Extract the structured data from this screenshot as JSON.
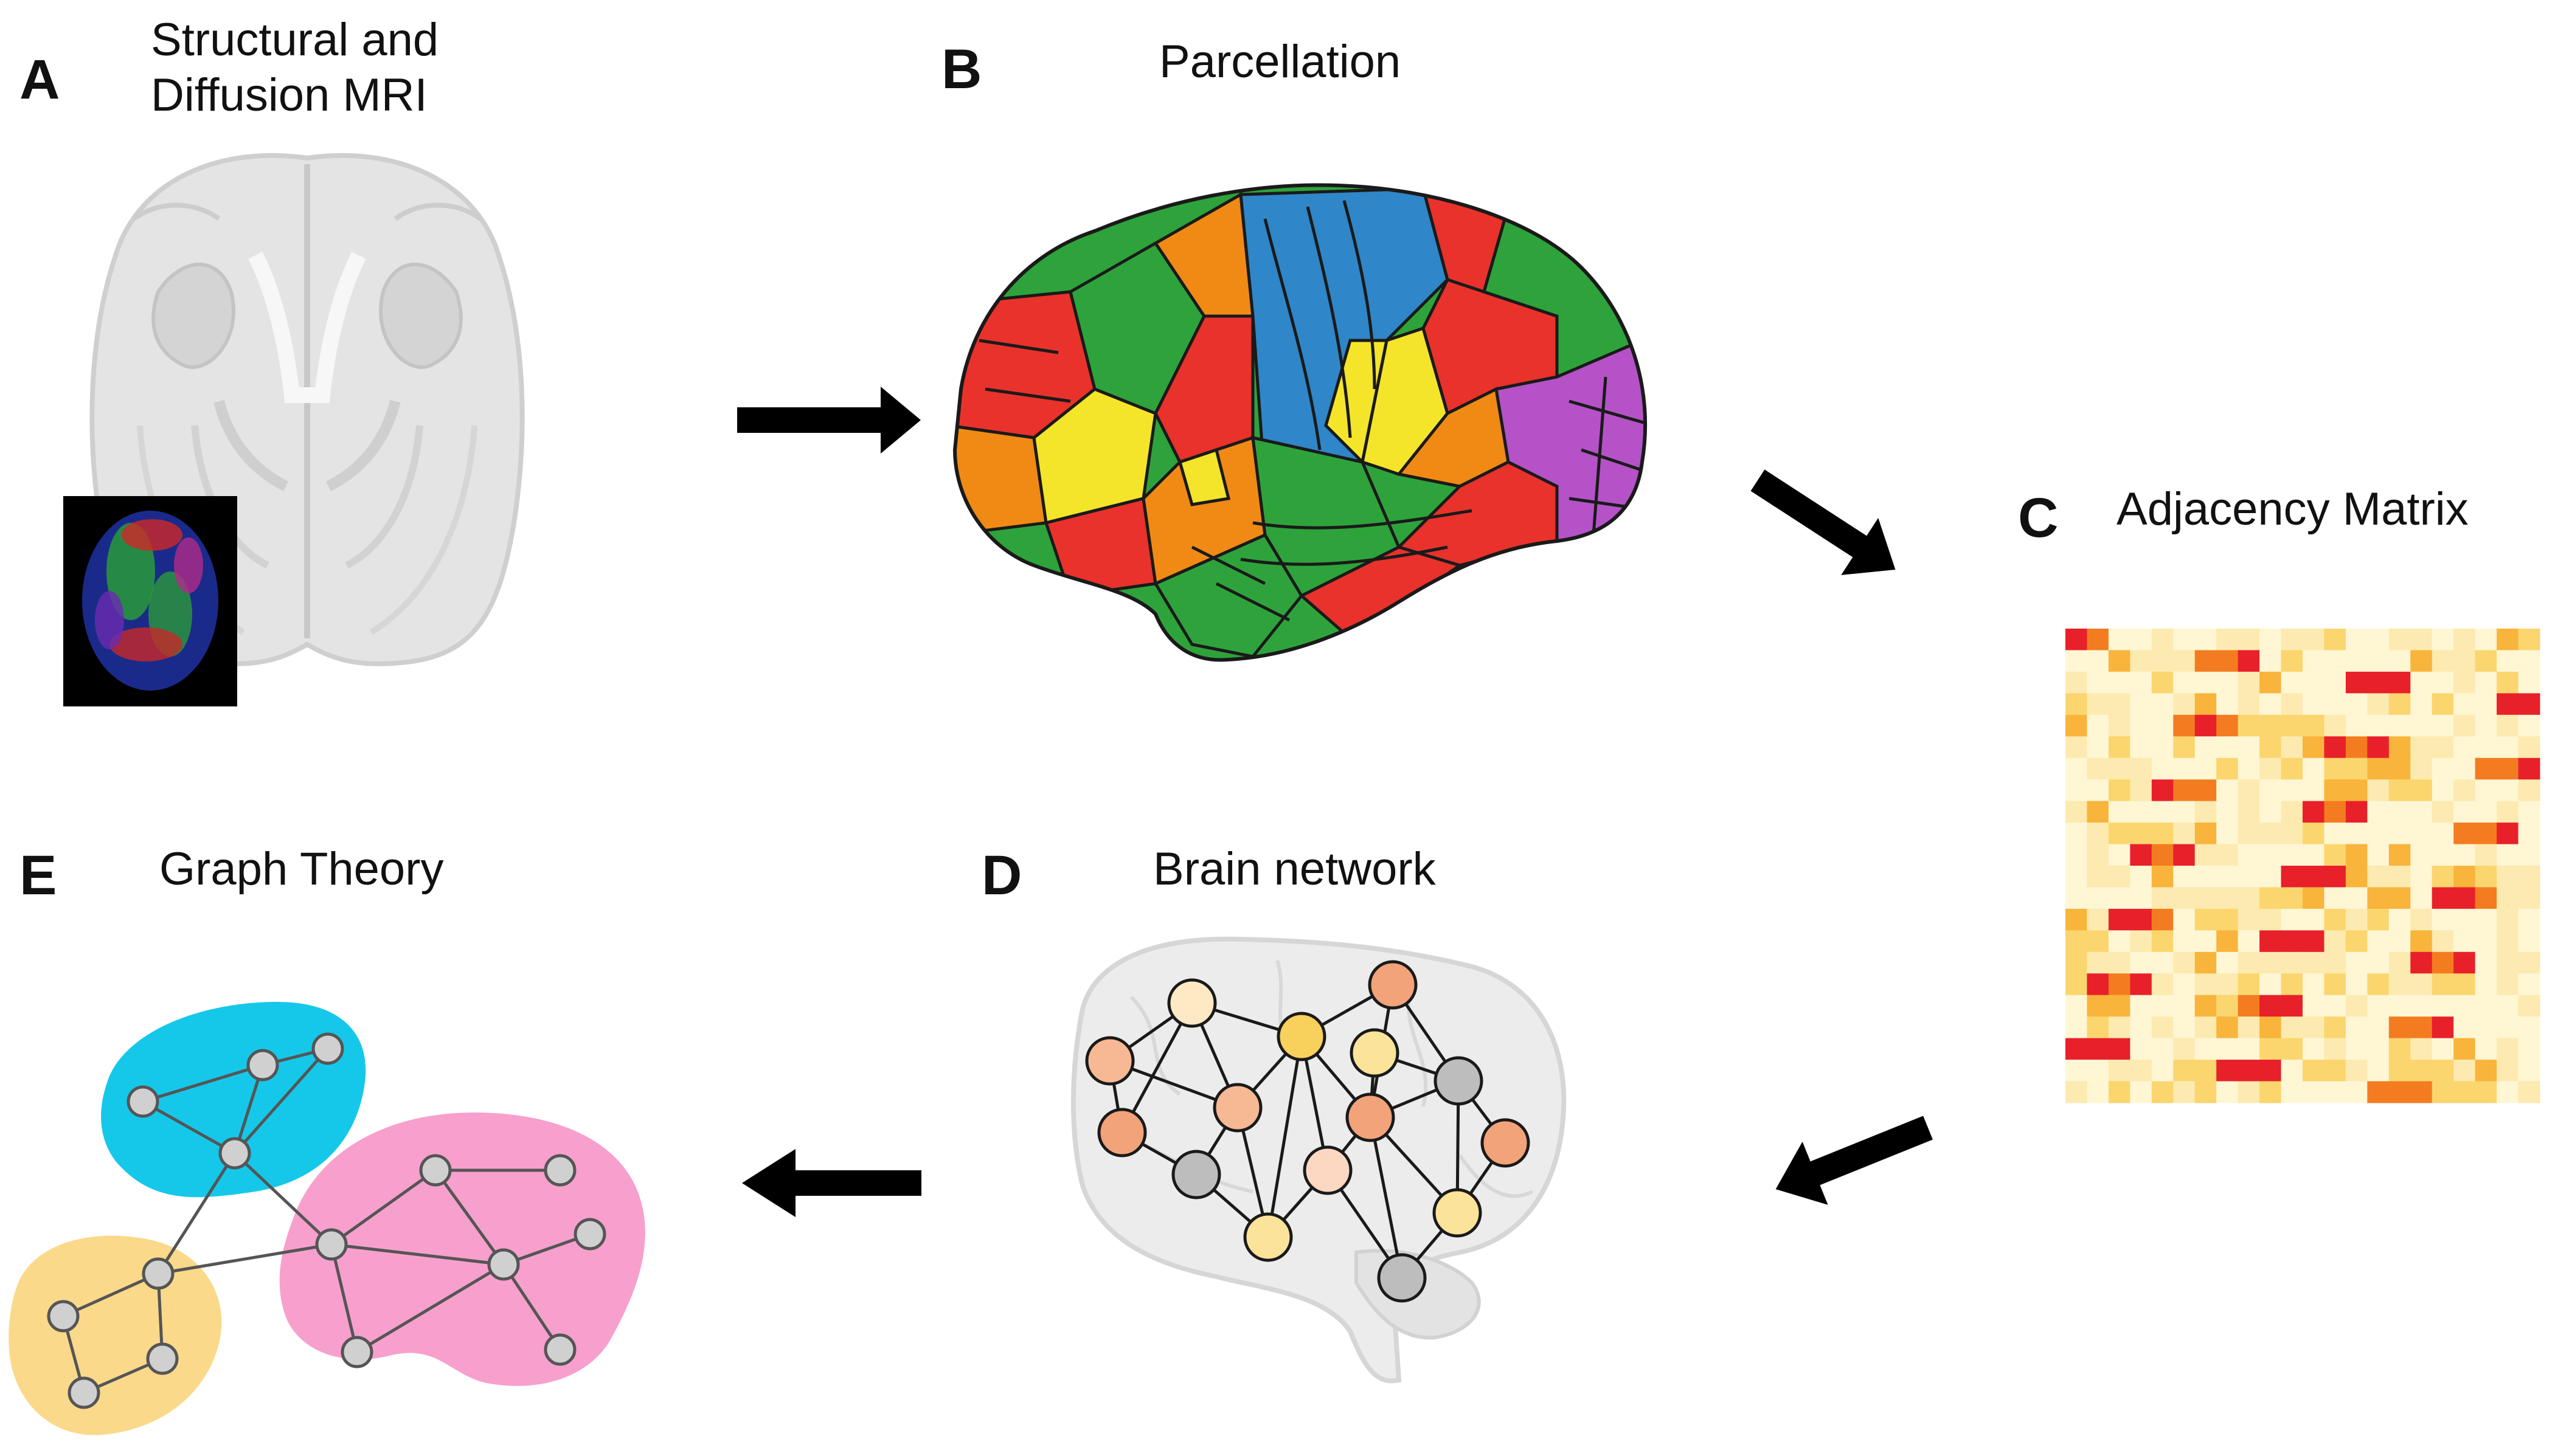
{
  "panels": {
    "a": {
      "letter": "A",
      "title_line1": "Structural and",
      "title_line2": "Diffusion MRI"
    },
    "b": {
      "letter": "B",
      "title": "Parcellation"
    },
    "c": {
      "letter": "C",
      "title": "Adjacency Matrix"
    },
    "d": {
      "letter": "D",
      "title": "Brain network"
    },
    "e": {
      "letter": "E",
      "title": "Graph Theory"
    }
  },
  "colors": {
    "arrow": "#000000",
    "brain_outline": "#d9d9d9",
    "parcel_blue": "#2f86c8",
    "parcel_green": "#2ea33b",
    "parcel_red": "#e8322b",
    "parcel_orange": "#f08a14",
    "parcel_yellow": "#f4e52a",
    "parcel_purple": "#b552c8",
    "module_cyan": "#15c8ea",
    "module_pink": "#f7a0cd",
    "module_yellow": "#fbd98a",
    "node_gray": "#bdbdbd",
    "matrix_low": "#fff3c8",
    "matrix_high": "#e8202a"
  }
}
